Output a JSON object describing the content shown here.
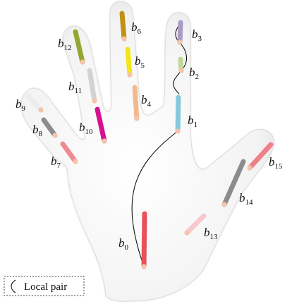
{
  "diagram": {
    "bones": [
      {
        "id": "b0",
        "base": "b",
        "sub": "0",
        "color": "#e8505b"
      },
      {
        "id": "b1",
        "base": "b",
        "sub": "1",
        "color": "#86c9dc"
      },
      {
        "id": "b2",
        "base": "b",
        "sub": "2",
        "color": "#bfd99a"
      },
      {
        "id": "b3",
        "base": "b",
        "sub": "3",
        "color": "#a99bc9"
      },
      {
        "id": "b4",
        "base": "b",
        "sub": "4",
        "color": "#f2b98f"
      },
      {
        "id": "b5",
        "base": "b",
        "sub": "5",
        "color": "#f2e51a"
      },
      {
        "id": "b6",
        "base": "b",
        "sub": "6",
        "color": "#c19016"
      },
      {
        "id": "b7",
        "base": "b",
        "sub": "7",
        "color": "#ee8a93"
      },
      {
        "id": "b8",
        "base": "b",
        "sub": "8",
        "color": "#8c8c8c"
      },
      {
        "id": "b9",
        "base": "b",
        "sub": "9",
        "color": "#ececec"
      },
      {
        "id": "b10",
        "base": "b",
        "sub": "10",
        "color": "#d4128f"
      },
      {
        "id": "b11",
        "base": "b",
        "sub": "11",
        "color": "#d2d2d2"
      },
      {
        "id": "b12",
        "base": "b",
        "sub": "12",
        "color": "#93a532"
      },
      {
        "id": "b13",
        "base": "b",
        "sub": "13",
        "color": "#f7c9cf"
      },
      {
        "id": "b14",
        "base": "b",
        "sub": "14",
        "color": "#8c8c8c"
      },
      {
        "id": "b15",
        "base": "b",
        "sub": "15",
        "color": "#ee8088"
      }
    ],
    "legend": {
      "label": "Local pair"
    },
    "colors": {
      "joint": "#f5c4a8",
      "hand_outline": "#c8c8c8",
      "link": "#111111"
    }
  }
}
